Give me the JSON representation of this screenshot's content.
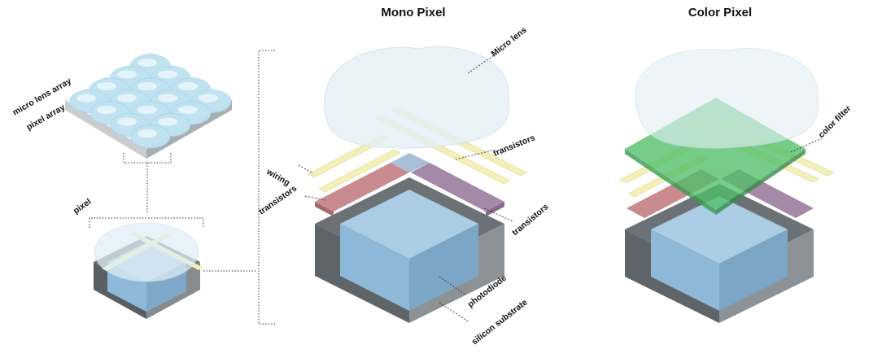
{
  "titles": {
    "mono": "Mono Pixel",
    "color": "Color Pixel"
  },
  "labels": {
    "micro_lens_array": "micro lens array",
    "pixel_array": "pixel array",
    "pixel": "pixel",
    "micro_lens": "Micro lens",
    "transistors_top": "transistors",
    "wiring": "wiring",
    "transistors_left": "transistors",
    "transistors_right": "transistors",
    "photodiode": "photodiode",
    "silicon_substrate": "silicon substrate",
    "color_filter": "color filter"
  },
  "colors": {
    "lens": "#dfeff6",
    "lens_cell": "#bfe3f1",
    "wiring": "#f2f0b8",
    "transistor_red": "#c98b90",
    "transistor_purple": "#a48aa7",
    "photodiode": "#8fb9d8",
    "substrate_dark": "#5f6469",
    "substrate_light": "#9a9fa3",
    "color_filter": "#4fbf68"
  }
}
